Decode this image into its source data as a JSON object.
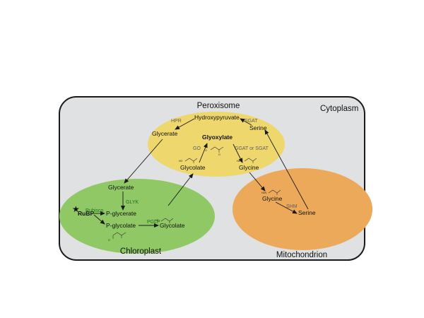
{
  "regions": {
    "cytoplasm": "Cytoplasm",
    "peroxisome": "Peroxisome",
    "chloroplast": "Chloroplast",
    "mitochondrion": "Mitochondrion"
  },
  "peroxisome": {
    "hydroxypyruvate": "Hydroxypyruvate",
    "glycerate": "Glycerate",
    "glyoxylate": "Glyoxylate",
    "glycolate": "Glycolate",
    "glycine": "Glycine",
    "serine": "Serine",
    "hpr": "HPR",
    "sgat": "SGAT",
    "go": "GO",
    "ggat": "GGAT or SGAT"
  },
  "chloroplast": {
    "glycerate": "Glycerate",
    "glyk": "GLYK",
    "rubp": "RuBP",
    "rubisco": "Rubisco",
    "p_glycerate": "P-glycerate",
    "p_glycolate": "P-glycolate",
    "pglp": "PGLP",
    "glycolate": "Glycolate"
  },
  "mitochondrion": {
    "glycine": "Glycine",
    "shm": "SHM",
    "serine": "Serine"
  },
  "colors": {
    "cytoplasm_fill": "#e0e1e2",
    "peroxisome_fill": "#eed76c",
    "chloroplast_fill": "#8fc865",
    "mitochondrion_fill": "#eca95a"
  }
}
